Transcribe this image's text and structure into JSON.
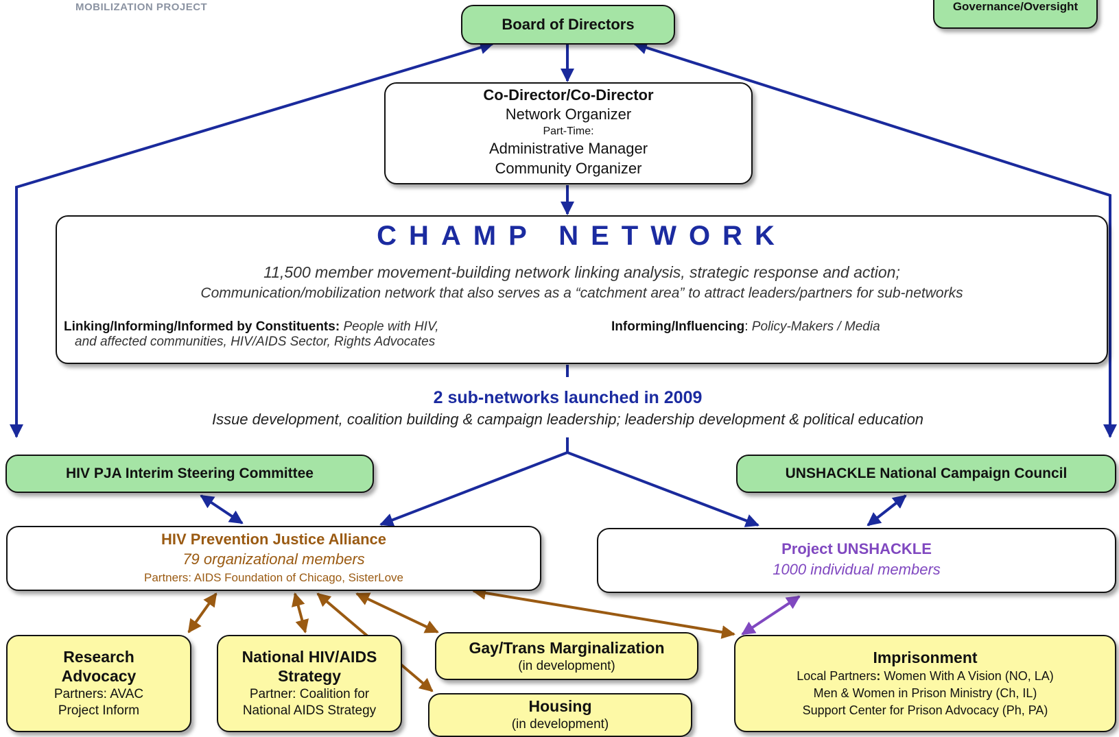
{
  "logo": {
    "tagline": "MOBILIZATION PROJECT"
  },
  "governance_box": {
    "label": "Governance/Oversight"
  },
  "board": {
    "label": "Board of Directors"
  },
  "staff": {
    "title": "Co-Director/Co-Director",
    "line1": "Network Organizer",
    "line2": "Part-Time:",
    "line3": "Administrative Manager",
    "line4": "Community Organizer"
  },
  "network": {
    "title": "CHAMP NETWORK",
    "desc1": "11,500 member movement-building network linking analysis, strategic response and action;",
    "desc2": "Communication/mobilization network that also serves as a “catchment area” to attract leaders/partners for sub-networks",
    "left_bold": "Linking/Informing/Informed by Constituents:",
    "left_italic1": "People with HIV,",
    "left_italic2": "and affected communities, HIV/AIDS Sector, Rights Advocates",
    "right_bold": "Informing/Influencing",
    "right_colon": ":",
    "right_italic": "Policy-Makers / Media"
  },
  "subnetworks": {
    "title": "2 sub-networks launched in 2009",
    "desc": "Issue development, coalition building & campaign leadership; leadership development & political education"
  },
  "pja_committee": {
    "label": "HIV PJA Interim Steering Committee"
  },
  "unshackle_council": {
    "label": "UNSHACKLE National Campaign Council"
  },
  "pja": {
    "title": "HIV Prevention Justice Alliance",
    "members": "79 organizational members",
    "partners": "Partners: AIDS Foundation of Chicago, SisterLove"
  },
  "unshackle": {
    "title": "Project UNSHACKLE",
    "members": "1000 individual members"
  },
  "research": {
    "title1": "Research",
    "title2": "Advocacy",
    "line1": "Partners: AVAC",
    "line2": "Project Inform"
  },
  "strategy": {
    "title1": "National HIV/AIDS",
    "title2": "Strategy",
    "line1": "Partner: Coalition for",
    "line2": "National AIDS Strategy"
  },
  "gaytrans": {
    "title": "Gay/Trans Marginalization",
    "sub": "(in development)"
  },
  "housing": {
    "title": "Housing",
    "sub": "(in development)"
  },
  "imprisonment": {
    "title": "Imprisonment",
    "line1_a": "Local Partners",
    "line1_b": ":",
    "line1_c": " Women With A Vision (NO, LA)",
    "line2": "Men & Women in Prison Ministry (Ch, IL)",
    "line3": "Support Center for Prison Advocacy (Ph, PA)"
  },
  "colors": {
    "blue": "#1a2a9c",
    "brown": "#9a5a12",
    "purple": "#8048c0",
    "green_box": "#a5e4a5",
    "yellow_box": "#fdf9a6",
    "network_title": "#1b2ba0"
  }
}
